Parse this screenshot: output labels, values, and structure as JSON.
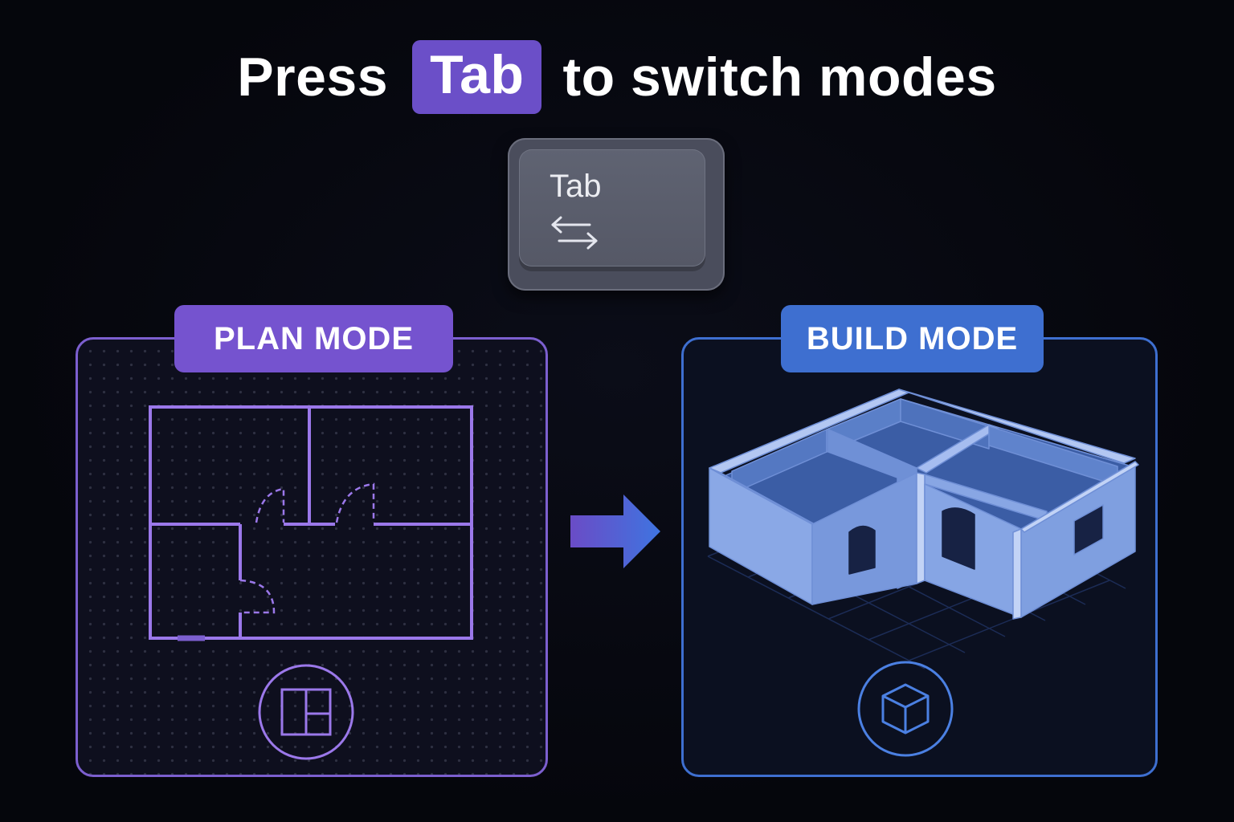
{
  "headline": {
    "before": "Press",
    "key": "Tab",
    "after": "to switch modes"
  },
  "keycap": {
    "label": "Tab",
    "arrows_icon": "swap-arrows-icon"
  },
  "plan_mode": {
    "label": "PLAN MODE",
    "icon": "floorplan-icon",
    "accent": "#7c5fcf"
  },
  "build_mode": {
    "label": "BUILD MODE",
    "icon": "cube-icon",
    "accent": "#3e6fd0"
  },
  "transition_icon": "right-arrow-icon",
  "colors": {
    "background": "#05060c",
    "headline_key_chip": "#6b4fc8",
    "plan_lines": "#9b78ea",
    "build_walls": "#8aa8e6"
  }
}
